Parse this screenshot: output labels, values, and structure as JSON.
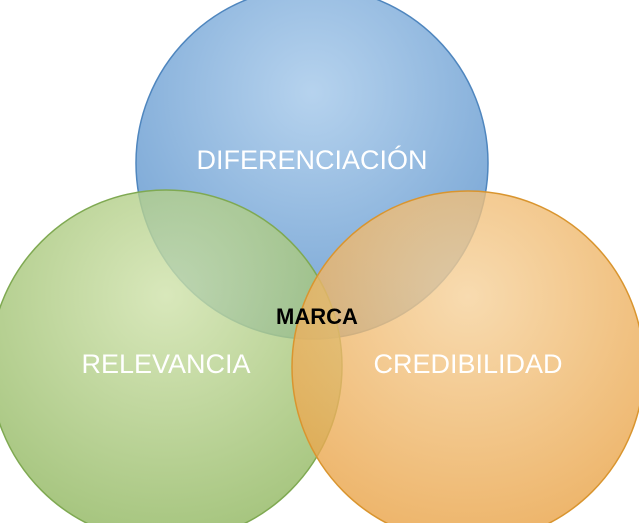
{
  "diagram": {
    "type": "venn",
    "center_label": "MARCA",
    "sets": [
      {
        "id": "diferenciacion",
        "label": "DIFERENCIACIÓN",
        "color": "#6FA3D6",
        "edge": "#4F86BE"
      },
      {
        "id": "relevancia",
        "label": "RELEVANCIA",
        "color": "#A9C97A",
        "edge": "#7FA952"
      },
      {
        "id": "credibilidad",
        "label": "CREDIBILIDAD",
        "color": "#EFB15A",
        "edge": "#D9952F"
      }
    ]
  }
}
